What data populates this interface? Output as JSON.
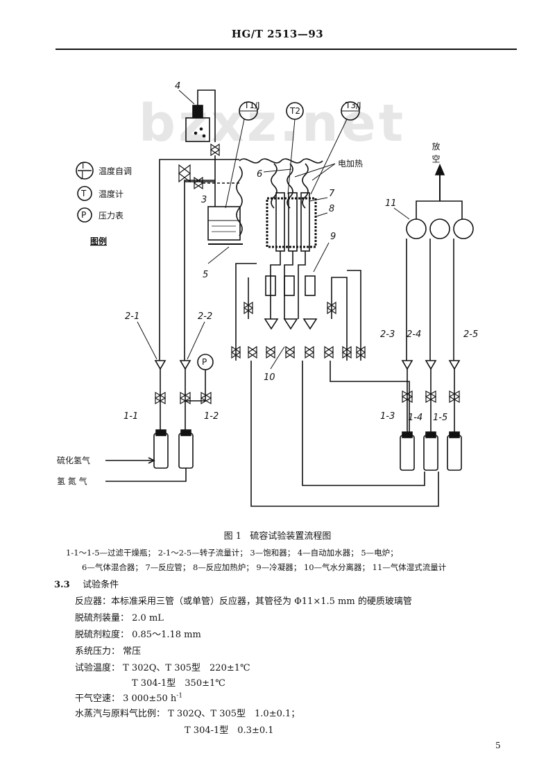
{
  "header": {
    "doc_number": "HG/T 2513—93"
  },
  "watermark": "bzxz.net",
  "diagram": {
    "legend_items": [
      {
        "symbol": "T/J",
        "label": "温度自调"
      },
      {
        "symbol": "T",
        "label": "温度计"
      },
      {
        "symbol": "P",
        "label": "压力表"
      }
    ],
    "legend_title": "图例",
    "vent_label": "放空",
    "heater_label": "电加热",
    "inlet_h2s": "硫化氢气",
    "inlet_n2": "氢 氮 气",
    "callouts": [
      "4",
      "3",
      "5",
      "6",
      "7",
      "8",
      "9",
      "10",
      "11",
      "2-1",
      "2-2",
      "2-3",
      "2-4",
      "2-5",
      "1-1",
      "1-2",
      "1-3",
      "1-4",
      "1-5"
    ],
    "gauges": [
      "T1/J",
      "T2",
      "T3/J"
    ],
    "gauge_p": "P"
  },
  "caption": {
    "fig_no": "图 1",
    "title": "硫容试验装置流程图"
  },
  "legend_text": {
    "line1": "1-1～1-5—过滤干燥瓶； 2-1～2-5—转子流量计； 3—饱和器； 4—自动加水器； 5—电炉；",
    "line2": "6—气体混合器； 7—反应管； 8—反应加热炉； 9—冷凝器； 10—气水分离器； 11—气体湿式流量计"
  },
  "section": {
    "number": "3.3",
    "title": "试验条件",
    "lines": [
      "反应器：本标准采用三管（或单管）反应器，其管径为 Φ11×1.5 mm 的硬质玻璃管",
      "脱硫剂装量： 2.0 mL",
      "脱硫剂粒度： 0.85～1.18 mm",
      "系统压力： 常压",
      "试验温度： T 302Q、T 305型　220±1℃",
      "T 304-1型　350±1℃",
      "干气空速： 3 000±50 h",
      "水蒸汽与原料气比例： T 302Q、T 305型　1.0±0.1；",
      "T 304-1型　0.3±0.1"
    ],
    "space_velocity_exp": "-1"
  },
  "page_number": "5"
}
